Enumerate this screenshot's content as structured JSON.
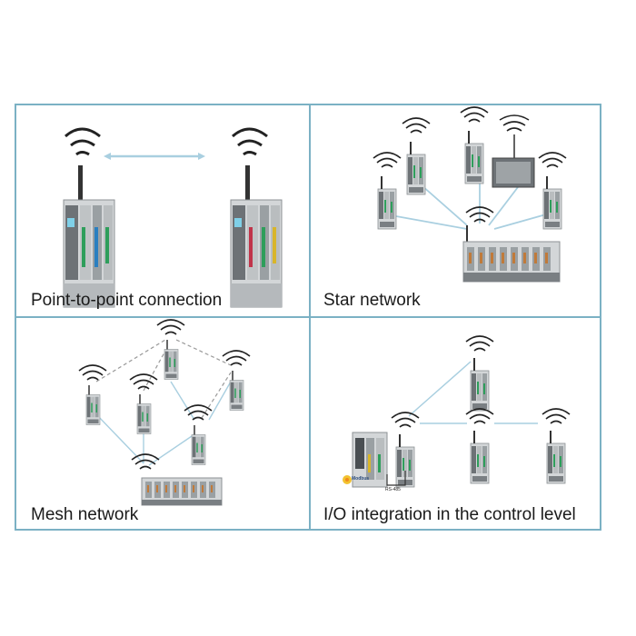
{
  "panels": {
    "point_to_point": {
      "caption": "Point-to-point connection"
    },
    "star": {
      "caption": "Star network"
    },
    "mesh": {
      "caption": "Mesh network"
    },
    "io": {
      "caption": "I/O integration in the control level",
      "rs485_label": "RS-485",
      "modbus_label": "Modbus"
    }
  },
  "colors": {
    "border": "#7bb1c4",
    "link_line": "#a9cfe0",
    "device_body": "#cfd2d4",
    "device_dark": "#5a5f63"
  }
}
